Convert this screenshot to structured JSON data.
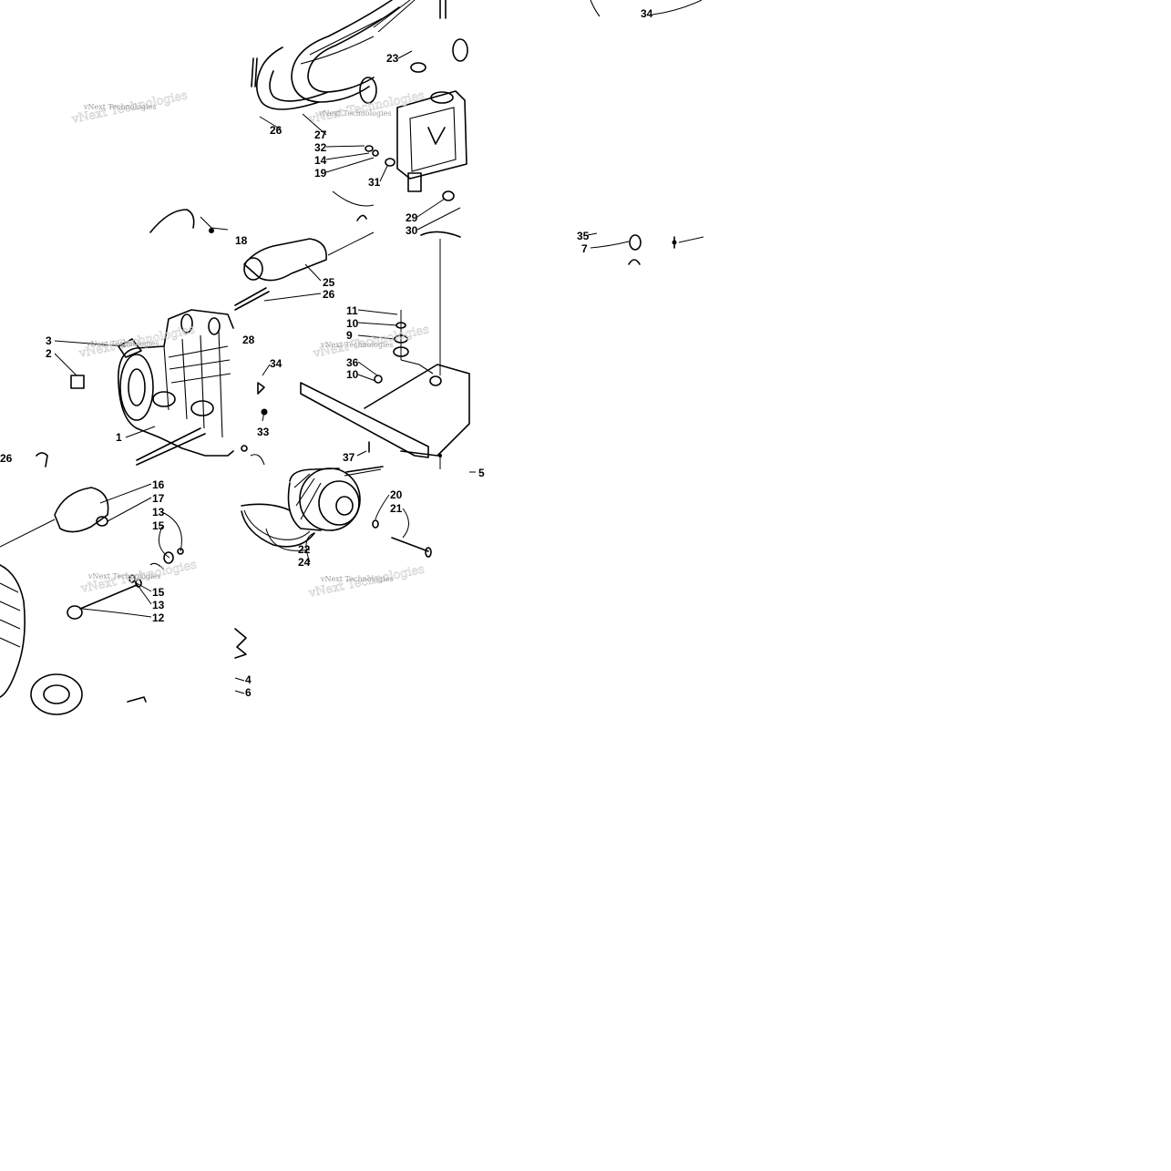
{
  "watermark": "vNext Technologies",
  "callouts": {
    "t1": [
      "23",
      "26",
      "27",
      "32",
      "14",
      "19",
      "31",
      "29",
      "30"
    ],
    "t2": [
      "18",
      "25",
      "26",
      "11",
      "10",
      "9",
      "36",
      "10",
      "28",
      "34",
      "33",
      "37",
      "5"
    ],
    "t3": [
      "3",
      "2",
      "1",
      "26",
      "16",
      "17",
      "13",
      "15",
      "15",
      "13",
      "12"
    ],
    "t4": [
      "20",
      "21",
      "22",
      "24",
      "4",
      "6"
    ],
    "t5": [
      "34",
      "35",
      "7"
    ]
  }
}
